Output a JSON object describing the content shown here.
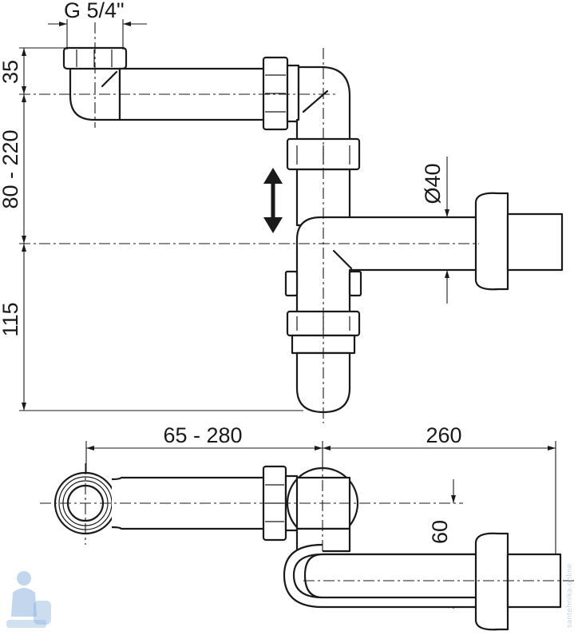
{
  "dimensions": {
    "thread": "G 5/4\"",
    "top_height": "35",
    "adjust_range": "80 - 220",
    "lower_height": "115",
    "pipe_diameter": "Ø40",
    "horizontal_range": "65 - 280",
    "length": "260",
    "offset": "60"
  },
  "watermark": "santehnika-online",
  "colors": {
    "line": "#1a1a1a",
    "watermark": "#c9d2e0",
    "logo": "#8fb4de"
  }
}
